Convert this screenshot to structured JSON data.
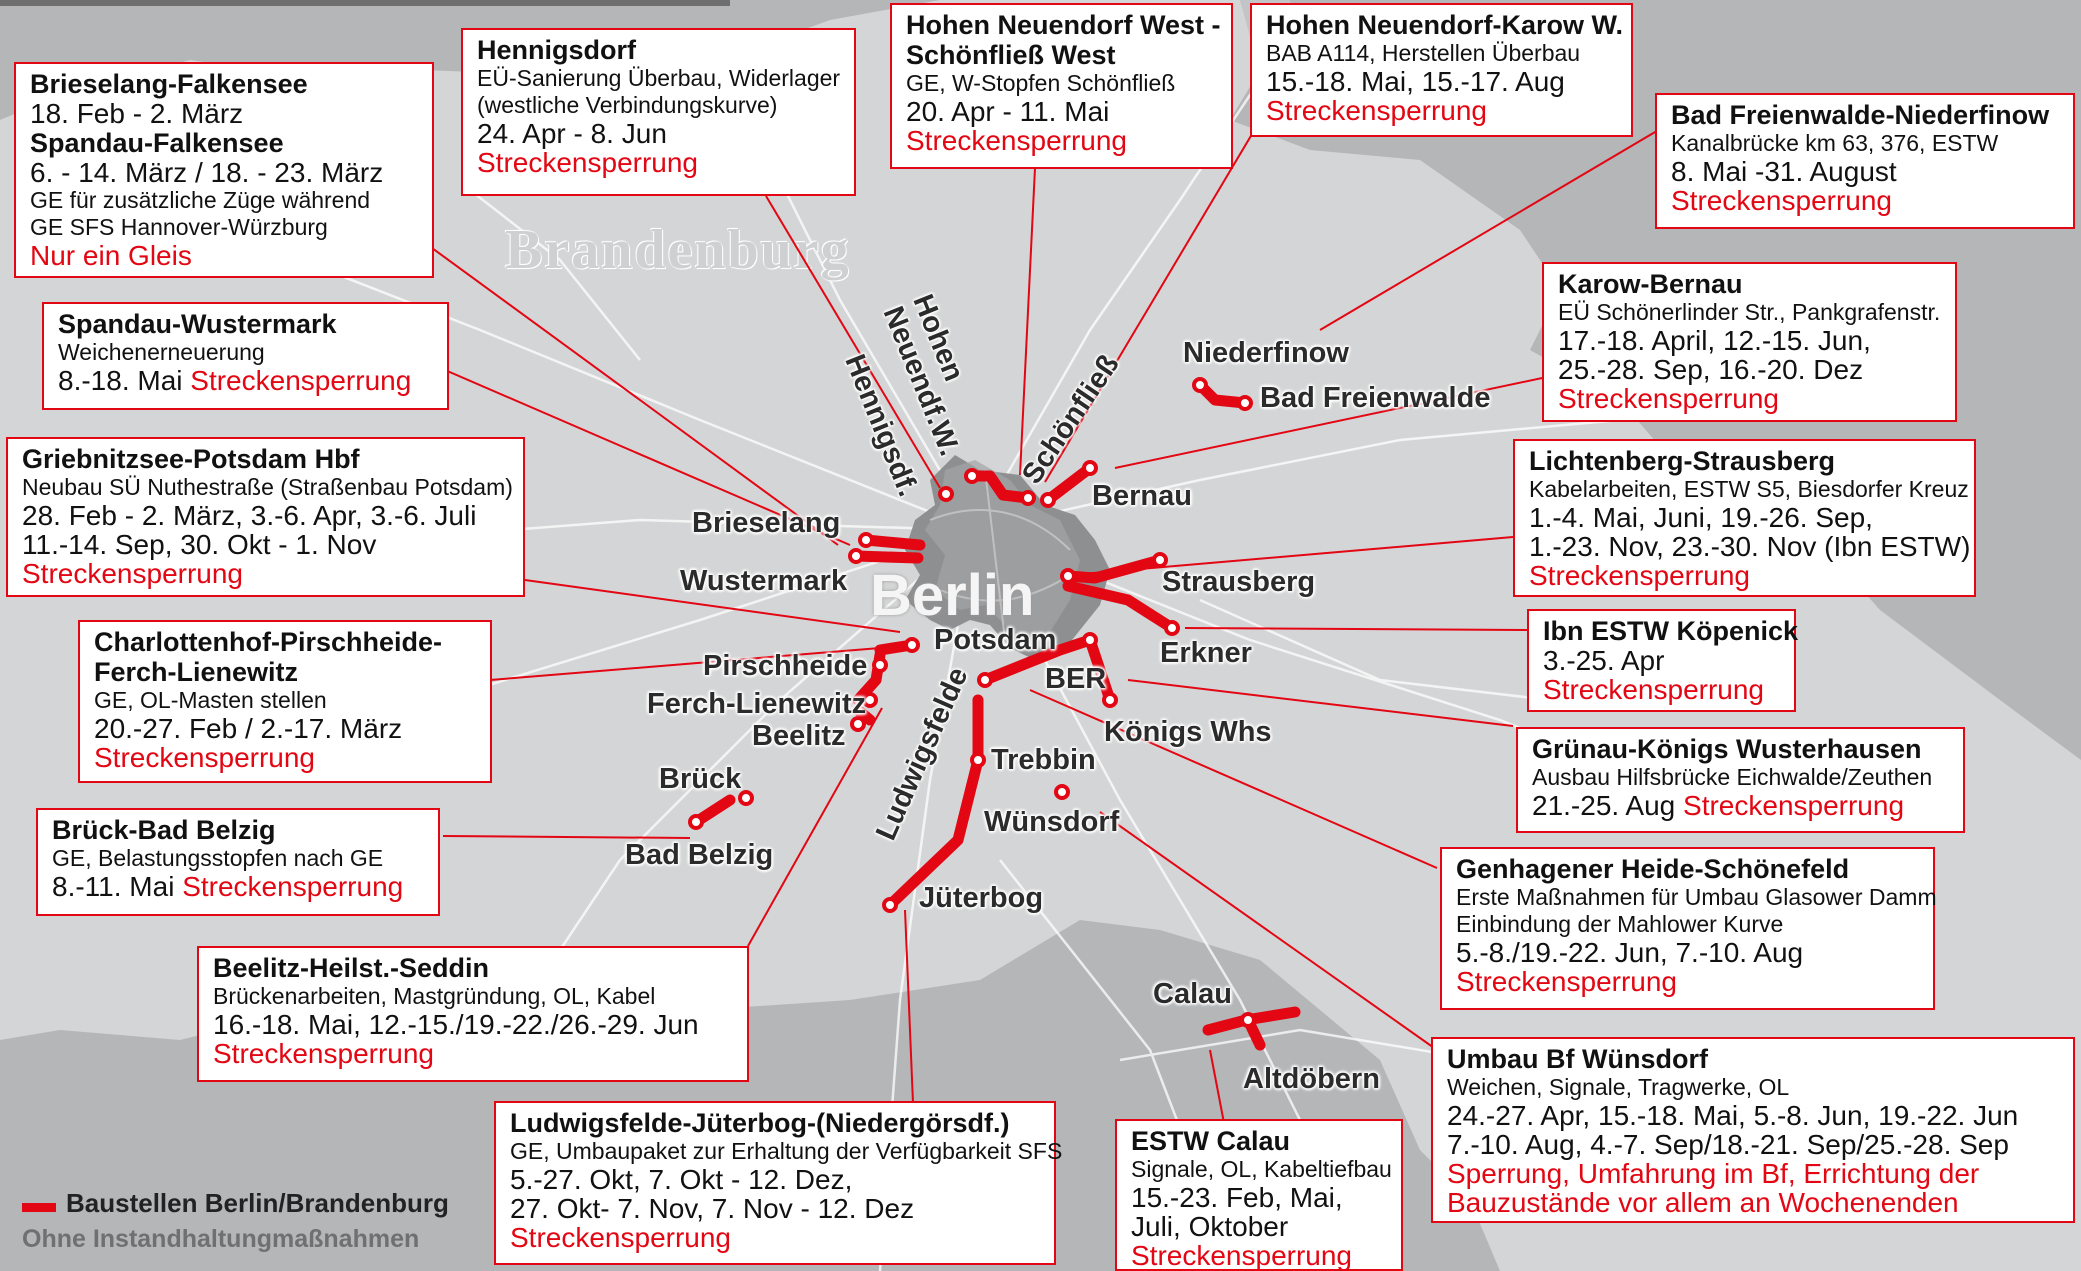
{
  "map": {
    "region_label": "Brandenburg",
    "city_label": "Berlin",
    "colors": {
      "background": "#b4b6b8",
      "land": "#d6d7d8",
      "berlin": "#8e8f91",
      "construction": "#e30613"
    },
    "places": {
      "niederfinow": "Niederfinow",
      "bad_freienwalde": "Bad Freienwalde",
      "brieselang": "Brieselang",
      "wustermark": "Wustermark",
      "bernau": "Bernau",
      "strausberg": "Strausberg",
      "erkner": "Erkner",
      "potsdam": "Potsdam",
      "pirschheide": "Pirschheide",
      "ferch_lienewitz": "Ferch-Lienewitz",
      "beelitz": "Beelitz",
      "ber": "BER",
      "koenigs_whs": "Königs Whs",
      "trebbin": "Trebbin",
      "wuensdorf": "Wünsdorf",
      "brueck": "Brück",
      "bad_belzig": "Bad Belzig",
      "jueterbog": "Jüterbog",
      "calau": "Calau",
      "altdoebern": "Altdöbern",
      "hohen_neuendf": "Hohen\nNeuendf.W.",
      "hennigsdf": "Hennigsdf.",
      "schoenfliess": "Schönfließ",
      "ludwigsfelde": "Ludwigsfelde"
    }
  },
  "legend": {
    "label": "Baustellen Berlin/Brandenburg",
    "note": "Ohne Instandhaltungmaßnahmen"
  },
  "boxes": {
    "brieselang": {
      "title1": "Brieselang-Falkensee",
      "dates1": "18. Feb - 2. März",
      "title2": "Spandau-Falkensee",
      "dates2": "6. - 14. März / 18. - 23. März",
      "desc1": "GE für zusätzliche Züge während",
      "desc2": "GE SFS Hannover-Würzburg",
      "status": "Nur ein Gleis"
    },
    "hennigsdorf": {
      "title": "Hennigsdorf",
      "desc1": "EÜ-Sanierung Überbau, Widerlager",
      "desc2": "(westliche Verbindungskurve)",
      "dates": "24. Apr - 8. Jun",
      "status": "Streckensperrung"
    },
    "hnw_west": {
      "title1": "Hohen Neuendorf West -",
      "title2": "Schönfließ West",
      "desc": "GE, W-Stopfen Schönfließ",
      "dates": "20. Apr - 11. Mai",
      "status": "Streckensperrung"
    },
    "hn_karow": {
      "title": "Hohen Neuendorf-Karow W.",
      "desc": "BAB A114,  Herstellen Überbau",
      "dates": "15.-18. Mai, 15.-17. Aug",
      "status": "Streckensperrung"
    },
    "bad_freienwalde": {
      "title": "Bad Freienwalde-Niederfinow",
      "desc": "Kanalbrücke km 63, 376, ESTW",
      "dates": "8. Mai -31. August",
      "status": "Streckensperrung"
    },
    "spandau_wustermark": {
      "title": "Spandau-Wustermark",
      "desc": "Weichenerneuerung",
      "dates": "8.-18. Mai",
      "status": "Streckensperrung"
    },
    "karow_bernau": {
      "title": "Karow-Bernau",
      "desc": "EÜ Schönerlinder Str., Pankgrafenstr.",
      "dates1": "17.-18. April, 12.-15. Jun,",
      "dates2": "25.-28. Sep, 16.-20. Dez",
      "status": "Streckensperrung"
    },
    "griebnitzsee": {
      "title": "Griebnitzsee-Potsdam Hbf",
      "desc": "Neubau SÜ Nuthestraße (Straßenbau Potsdam)",
      "dates1": "28. Feb - 2. März, 3.-6. Apr, 3.-6. Juli",
      "dates2": "11.-14. Sep, 30. Okt - 1. Nov",
      "status": "Streckensperrung"
    },
    "lichtenberg": {
      "title": "Lichtenberg-Strausberg",
      "desc": "Kabelarbeiten, ESTW S5, Biesdorfer Kreuz",
      "dates1": "1.-4. Mai, Juni, 19.-26. Sep,",
      "dates2": "1.-23. Nov, 23.-30. Nov (Ibn ESTW)",
      "status": "Streckensperrung"
    },
    "charlottenhof": {
      "title1": "Charlottenhof-Pirschheide-",
      "title2": "Ferch-Lienewitz",
      "desc": "GE, OL-Masten stellen",
      "dates": "20.-27. Feb / 2.-17. März",
      "status": "Streckensperrung"
    },
    "koepenick": {
      "title_bold": "Ibn ESTW",
      "title_rest": " Köpenick",
      "dates": "3.-25. Apr",
      "status": "Streckensperrung"
    },
    "gruenau": {
      "title": "Grünau-Königs Wusterhausen",
      "desc": "Ausbau Hilfsbrücke Eichwalde/Zeuthen",
      "dates": "21.-25. Aug",
      "status": "Streckensperrung"
    },
    "brueck": {
      "title": "Brück-Bad Belzig",
      "desc": "GE, Belastungsstopfen nach GE",
      "dates": "8.-11. Mai",
      "status": "Streckensperrung"
    },
    "genhagener": {
      "title": "Genhagener Heide-Schönefeld",
      "desc1": "Erste Maßnahmen für Umbau Glasower Damm",
      "desc2": "Einbindung der Mahlower Kurve",
      "dates": "5.-8./19.-22. Jun, 7.-10. Aug",
      "status": "Streckensperrung"
    },
    "beelitz": {
      "title": "Beelitz-Heilst.-Seddin",
      "desc": "Brückenarbeiten, Mastgründung, OL, Kabel",
      "dates": "16.-18. Mai, 12.-15./19.-22./26.-29. Jun",
      "status": "Streckensperrung"
    },
    "wuensdorf": {
      "title": "Umbau Bf Wünsdorf",
      "desc": "Weichen, Signale, Tragwerke, OL",
      "dates1": "24.-27. Apr, 15.-18. Mai, 5.-8. Jun, 19.-22. Jun",
      "dates2": "7.-10. Aug, 4.-7. Sep/18.-21. Sep/25.-28. Sep",
      "status1": "Sperrung, Umfahrung im Bf, Errichtung der",
      "status2": "Bauzustände vor allem an Wochenenden"
    },
    "ludwigsfelde": {
      "title": "Ludwigsfelde-Jüterbog-(Niedergörsdf.)",
      "desc": "GE, Umbaupaket zur Erhaltung der Verfügbarkeit SFS",
      "dates1": "5.-27. Okt, 7. Okt - 12. Dez,",
      "dates2": "27. Okt- 7. Nov, 7. Nov - 12. Dez",
      "status": "Streckensperrung"
    },
    "calau": {
      "title": "ESTW Calau",
      "desc": "Signale, OL, Kabeltiefbau",
      "dates1": "15.-23. Feb, Mai,",
      "dates2": "Juli, Oktober",
      "status": "Streckensperrung"
    }
  }
}
